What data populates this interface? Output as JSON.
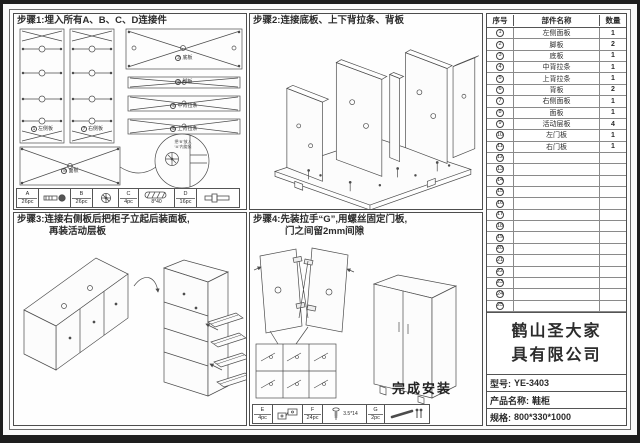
{
  "steps": {
    "step1": {
      "title": "步骤1:埋入所有A、B、C、D连接件",
      "labels": {
        "left_panel": {
          "num": "1",
          "text": "左侧板"
        },
        "right_panel": {
          "num": "7",
          "text": "右侧板"
        },
        "bottom_board": {
          "num": "3",
          "text": "底板"
        },
        "foot_board": {
          "num": "2",
          "text": "脚板"
        },
        "mid_strip": {
          "num": "4",
          "text": "中背拉条"
        },
        "top_strip": {
          "num": "5",
          "text": "上背拉条"
        },
        "face_panel": {
          "num": "8",
          "text": "面板"
        },
        "detail_note": "把“B”放入\n“A”内旋紧"
      },
      "legend": [
        {
          "letter": "A",
          "qty": "26pc",
          "spec": ""
        },
        {
          "letter": "B",
          "qty": "26pc",
          "spec": ""
        },
        {
          "letter": "C",
          "qty": "4pc",
          "spec": "8*40"
        },
        {
          "letter": "D",
          "qty": "16pc",
          "spec": ""
        }
      ]
    },
    "step2": {
      "title": "步骤2:连接底板、上下背拉条、背板"
    },
    "step3": {
      "title": "步骤3:连接右侧板后把柜子立起后装面板,",
      "title2": "再装活动层板"
    },
    "step4": {
      "title": "步骤4:先装拉手“G”,用螺丝固定门板,",
      "title2": "门之间留2mm间隙",
      "done_label": "完成安装",
      "legend": [
        {
          "letter": "E",
          "qty": "4pc",
          "spec": ""
        },
        {
          "letter": "F",
          "qty": "24pc",
          "spec": "3.5*14"
        },
        {
          "letter": "G",
          "qty": "2pc",
          "spec": ""
        }
      ]
    }
  },
  "parts_table": {
    "headers": [
      "序号",
      "部件名称",
      "数量"
    ],
    "rows": [
      {
        "no": "1",
        "name": "左侧面板",
        "qty": "1"
      },
      {
        "no": "2",
        "name": "脚板",
        "qty": "2"
      },
      {
        "no": "3",
        "name": "底板",
        "qty": "1"
      },
      {
        "no": "4",
        "name": "中背拉条",
        "qty": "1"
      },
      {
        "no": "5",
        "name": "上背拉条",
        "qty": "1"
      },
      {
        "no": "6",
        "name": "背板",
        "qty": "2"
      },
      {
        "no": "7",
        "name": "右侧面板",
        "qty": "1"
      },
      {
        "no": "8",
        "name": "面板",
        "qty": "1"
      },
      {
        "no": "9",
        "name": "活动层板",
        "qty": "4"
      },
      {
        "no": "10",
        "name": "左门板",
        "qty": "1"
      },
      {
        "no": "11",
        "name": "右门板",
        "qty": "1"
      },
      {
        "no": "12",
        "name": "",
        "qty": ""
      },
      {
        "no": "13",
        "name": "",
        "qty": ""
      },
      {
        "no": "14",
        "name": "",
        "qty": ""
      },
      {
        "no": "15",
        "name": "",
        "qty": ""
      },
      {
        "no": "16",
        "name": "",
        "qty": ""
      },
      {
        "no": "17",
        "name": "",
        "qty": ""
      },
      {
        "no": "18",
        "name": "",
        "qty": ""
      },
      {
        "no": "19",
        "name": "",
        "qty": ""
      },
      {
        "no": "20",
        "name": "",
        "qty": ""
      },
      {
        "no": "21",
        "name": "",
        "qty": ""
      },
      {
        "no": "22",
        "name": "",
        "qty": ""
      },
      {
        "no": "23",
        "name": "",
        "qty": ""
      },
      {
        "no": "24",
        "name": "",
        "qty": ""
      },
      {
        "no": "25",
        "name": "",
        "qty": ""
      }
    ]
  },
  "title_block": {
    "company_line1": "鹤山圣大家",
    "company_line2": "具有限公司",
    "model_label": "型号:",
    "model_value": "YE-3403",
    "product_label": "产品名称:",
    "product_value": "鞋柜",
    "spec_label": "规格:",
    "spec_value": "800*330*1000"
  },
  "colors": {
    "line": "#4c4c4c",
    "frame": "#1e1e1e",
    "paper": "#fdfdfd"
  }
}
